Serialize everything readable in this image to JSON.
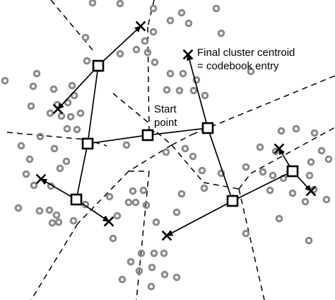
{
  "annotations": {
    "centroid_label_line1": "Final cluster centroid",
    "centroid_label_line2": "= codebook entry",
    "start_label_line1": "Start",
    "start_label_line2": "point"
  },
  "colors": {
    "data_point": "#8a8a8a",
    "ink": "#000000",
    "background": "#ffffff"
  },
  "icons": {
    "data_point": "grey-ring",
    "centroid_node": "square-outline",
    "final_centroid": "x-cross",
    "boundary": "dashed-line"
  }
}
